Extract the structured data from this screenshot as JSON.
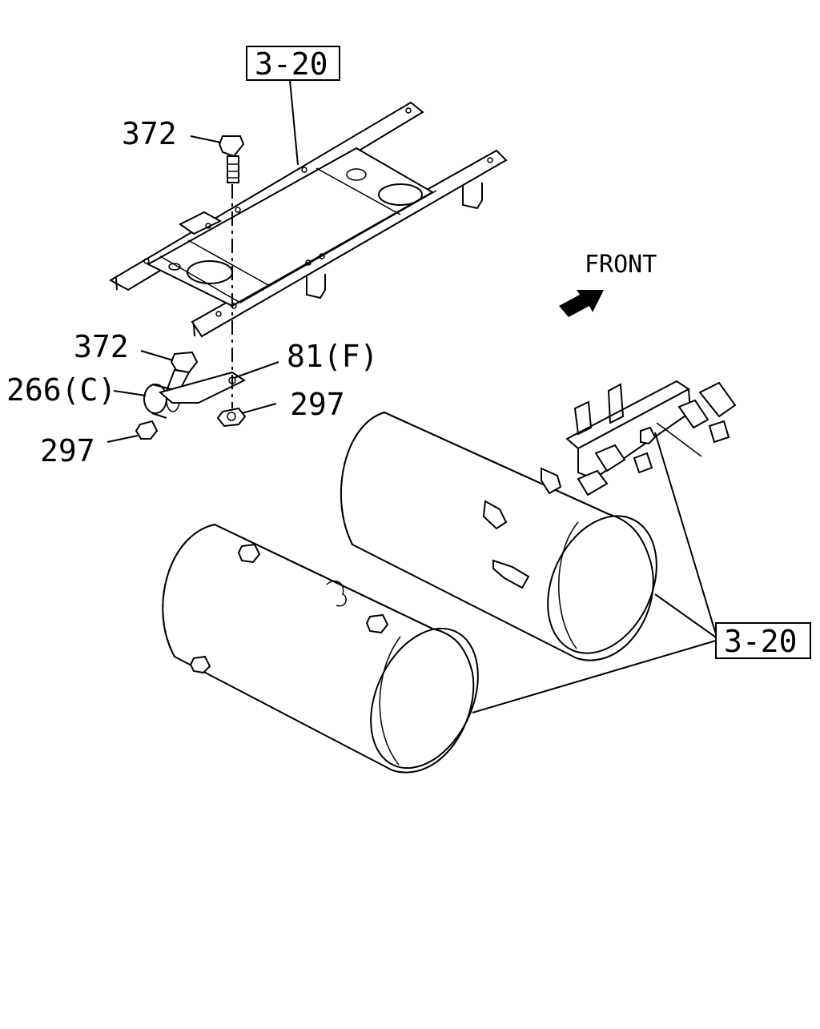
{
  "ref_boxes": {
    "top": "3-20",
    "right": "3-20"
  },
  "part_labels": {
    "bolt_upper": "372",
    "bolt_lower": "372",
    "bracket": "81(F)",
    "cushion": "266(C)",
    "nut_lower": "297",
    "nut_right": "297"
  },
  "direction": {
    "label": "FRONT",
    "icon": "arrow-icon"
  }
}
